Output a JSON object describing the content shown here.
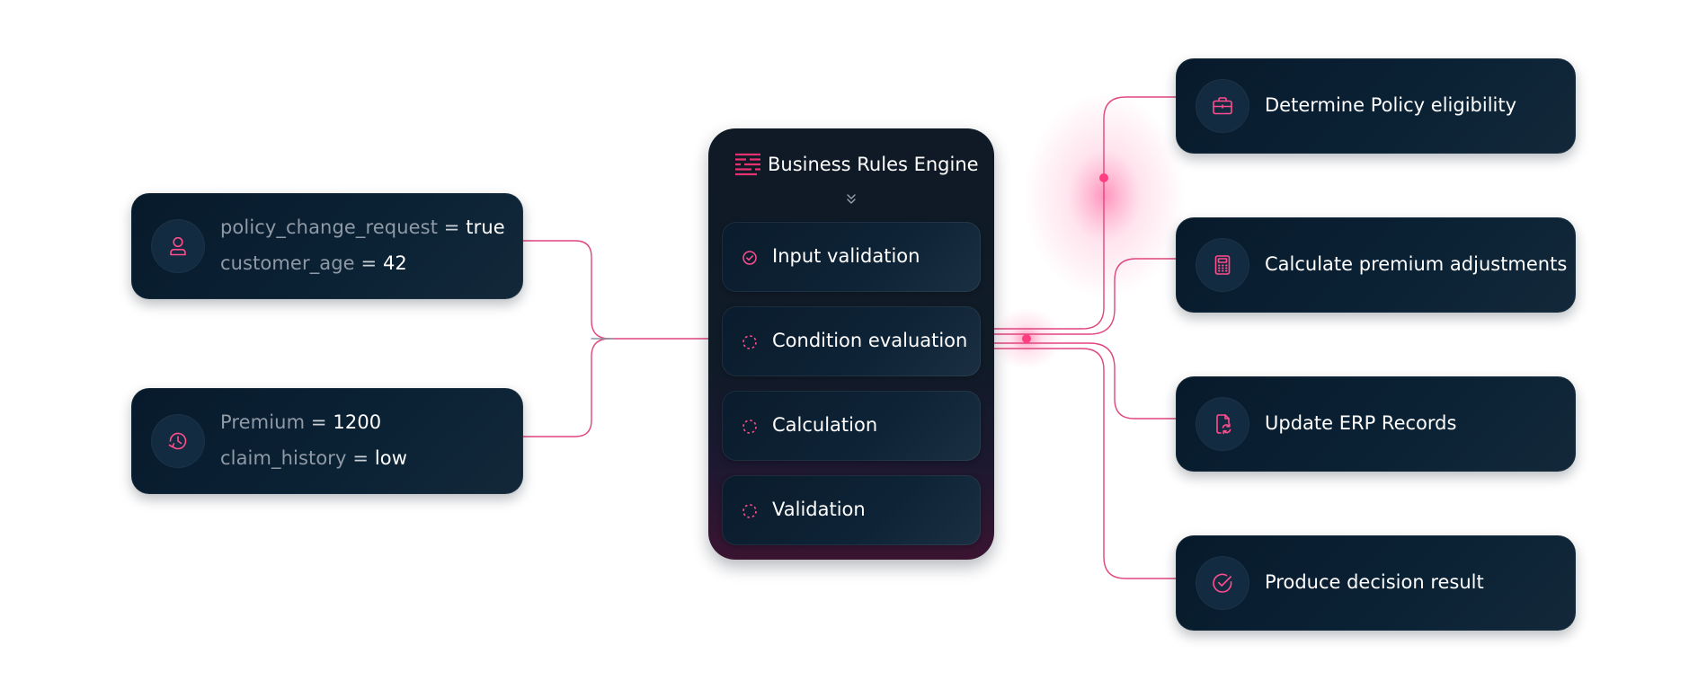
{
  "colors": {
    "card_bg": "#071a2b",
    "accent": "#ff4d8d",
    "connector": "#e0457f",
    "key_text": "#8f9aa6",
    "value_text": "#ffffff"
  },
  "inputs": [
    {
      "icon": "user-icon",
      "lines": [
        {
          "key": "policy_change_request",
          "eq": " = ",
          "value": "true"
        },
        {
          "key": "customer_age",
          "eq": " = ",
          "value": "42"
        }
      ]
    },
    {
      "icon": "history-icon",
      "lines": [
        {
          "key": "Premium",
          "eq": " = ",
          "value": "1200"
        },
        {
          "key": "claim_history",
          "eq": " = ",
          "value": "low"
        }
      ]
    }
  ],
  "engine": {
    "title": "Business Rules Engine",
    "logo_icon": "rules-engine-logo-icon",
    "steps": [
      {
        "label": "Input validation",
        "status": "complete",
        "icon": "check-circle-icon"
      },
      {
        "label": "Condition evaluation",
        "status": "pending",
        "icon": "spinner-icon"
      },
      {
        "label": "Calculation",
        "status": "pending",
        "icon": "spinner-icon"
      },
      {
        "label": "Validation",
        "status": "pending",
        "icon": "spinner-icon"
      }
    ]
  },
  "outputs": [
    {
      "label": "Determine Policy eligibility",
      "icon": "briefcase-icon"
    },
    {
      "label": "Calculate premium adjustments",
      "icon": "calculator-icon"
    },
    {
      "label": "Update ERP Records",
      "icon": "document-refresh-icon"
    },
    {
      "label": "Produce decision result",
      "icon": "check-circle-icon"
    }
  ]
}
